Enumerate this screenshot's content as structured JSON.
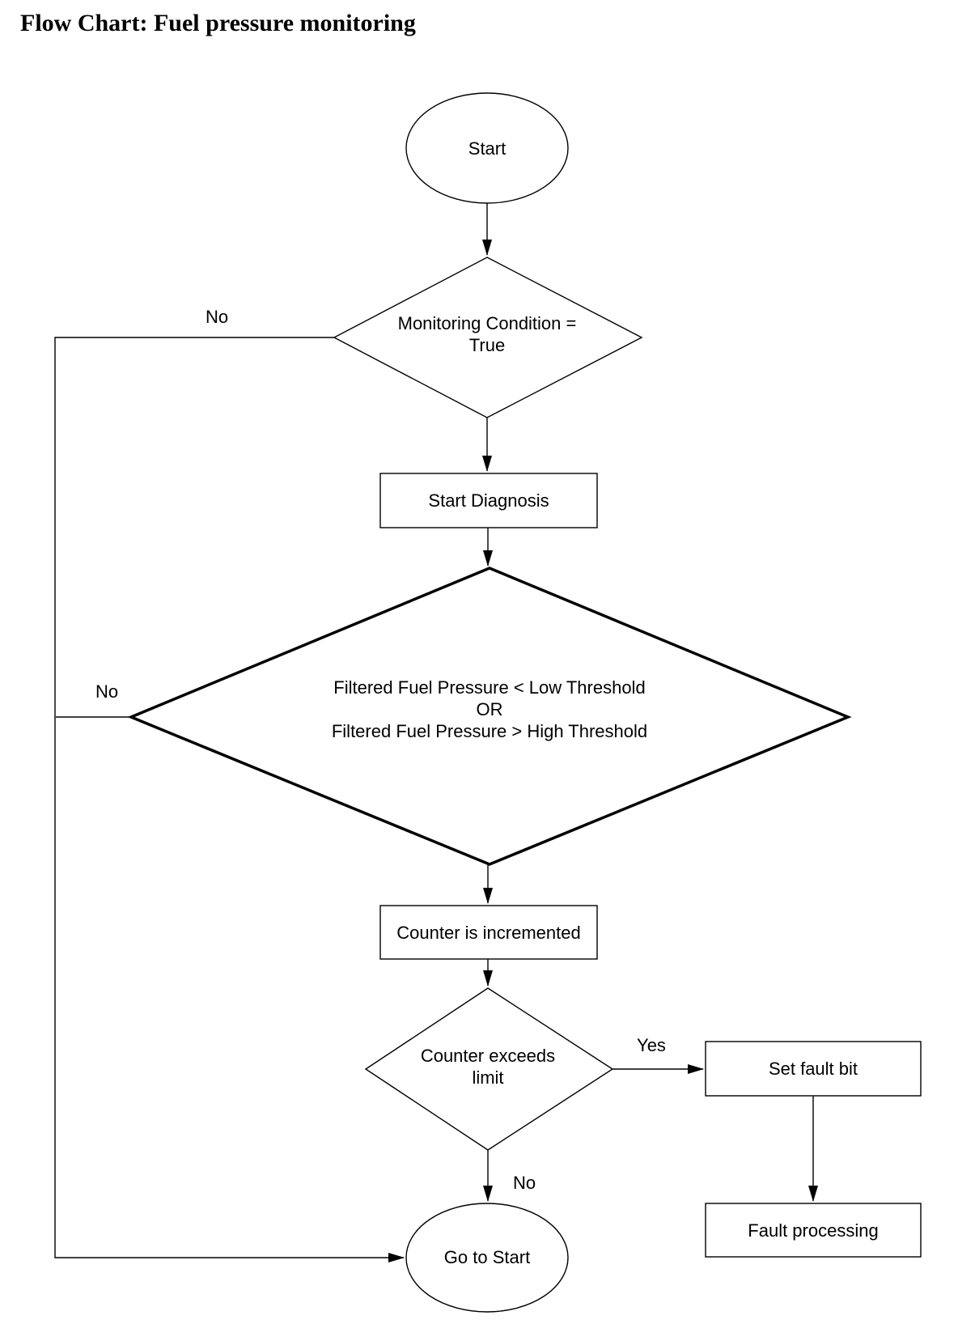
{
  "title": "Flow Chart: Fuel pressure monitoring",
  "nodes": {
    "start": {
      "label": "Start"
    },
    "monitoring": {
      "lines": [
        "Monitoring Condition =",
        "True"
      ]
    },
    "start_diagnosis": {
      "label": "Start Diagnosis"
    },
    "pressure_check": {
      "lines": [
        "Filtered Fuel Pressure < Low Threshold",
        "OR",
        "Filtered Fuel Pressure > High Threshold"
      ]
    },
    "counter_increment": {
      "label": "Counter is incremented"
    },
    "counter_exceeds": {
      "lines": [
        "Counter exceeds",
        "limit"
      ]
    },
    "set_fault_bit": {
      "label": "Set fault bit"
    },
    "fault_processing": {
      "label": "Fault processing"
    },
    "go_to_start": {
      "label": "Go to Start"
    }
  },
  "edges": {
    "monitoring_no": "No",
    "pressure_no": "No",
    "counter_yes": "Yes",
    "counter_no": "No"
  },
  "colors": {
    "line": "#000000",
    "background": "#ffffff",
    "text": "#000000"
  }
}
